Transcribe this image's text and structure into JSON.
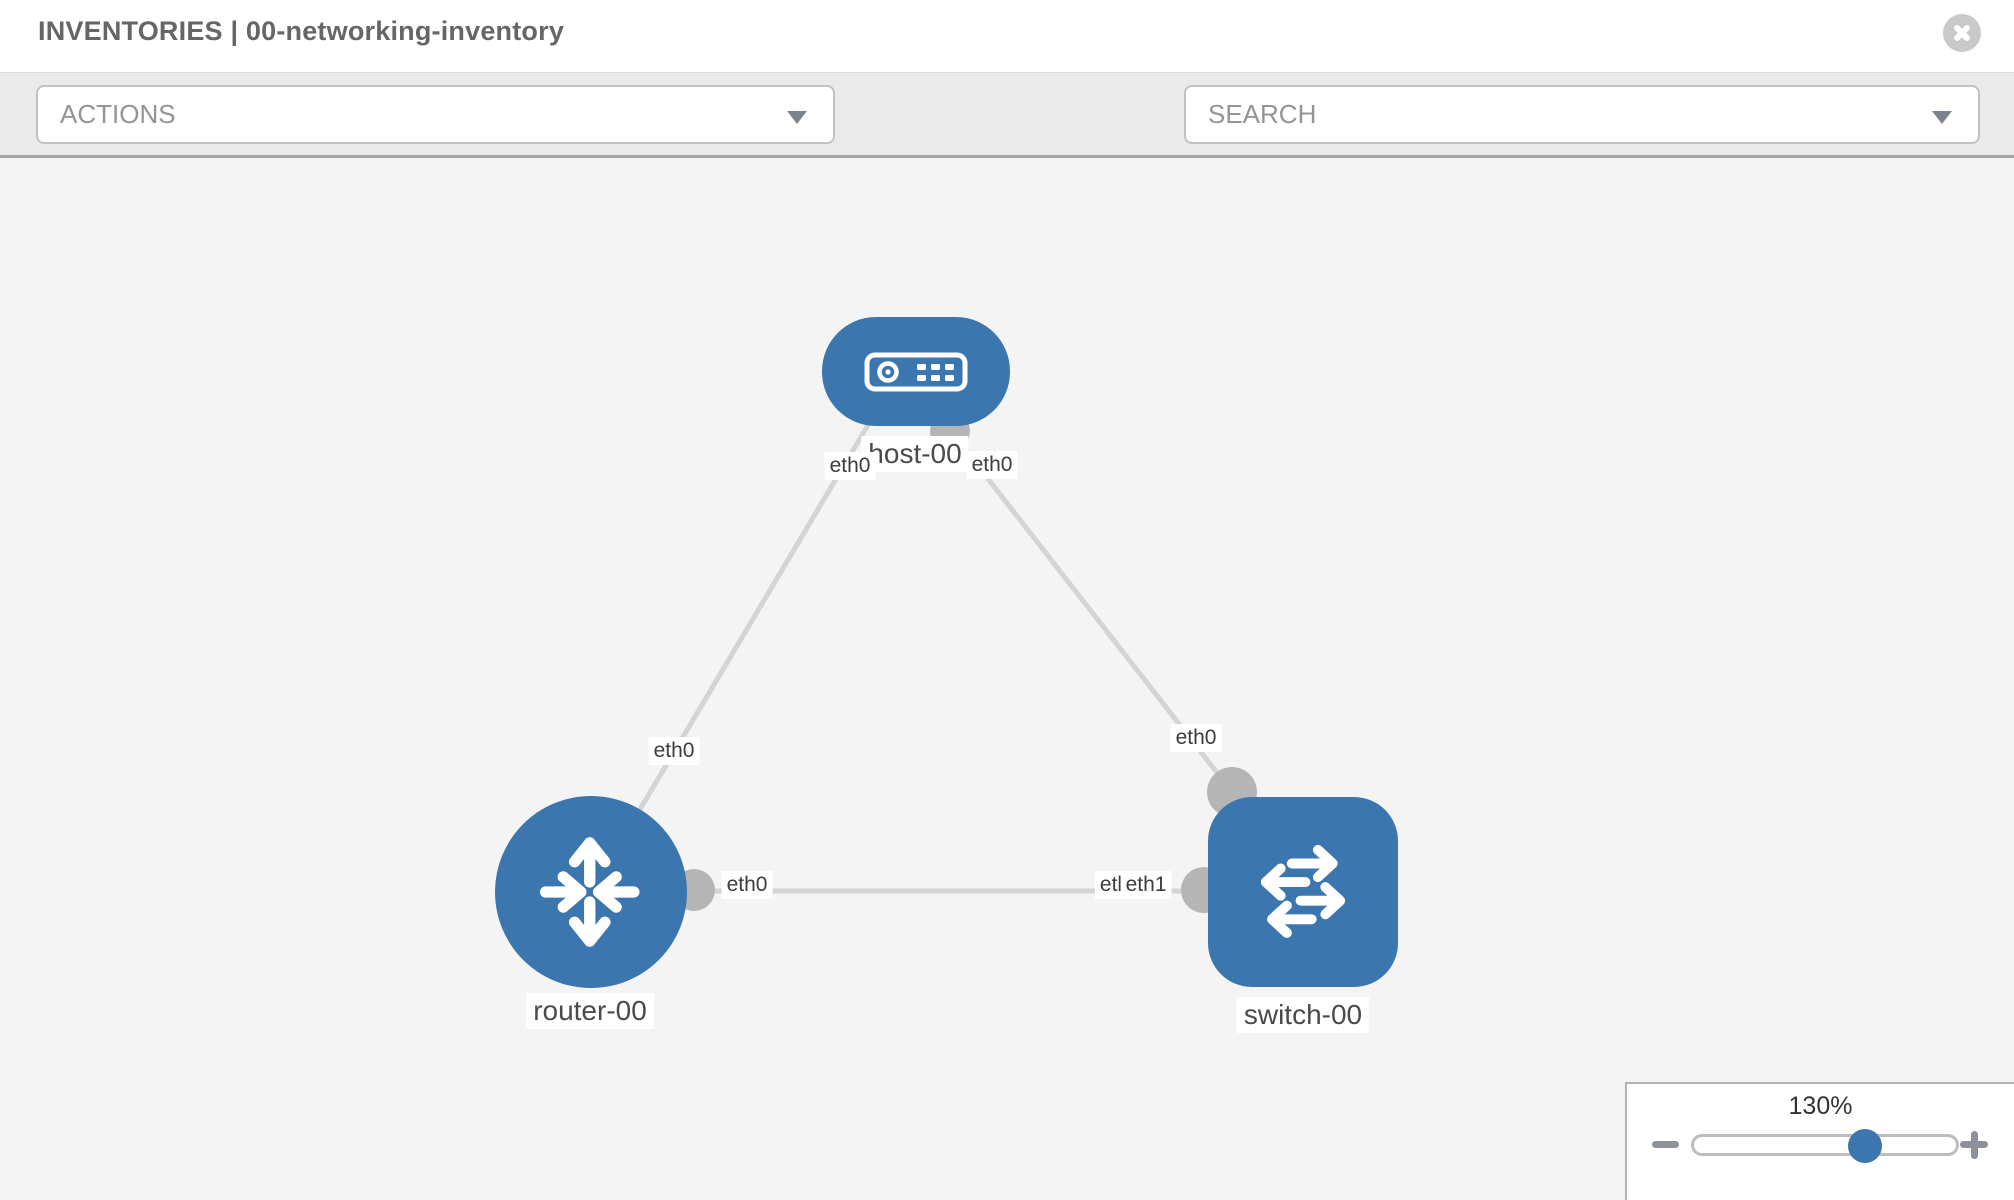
{
  "header": {
    "title": "INVENTORIES | 00-networking-inventory"
  },
  "toolbar": {
    "actions_label": "ACTIONS",
    "search_label": "SEARCH",
    "icons": {
      "wrench": "wrench-icon",
      "key": "key-icon"
    }
  },
  "graph": {
    "nodes": [
      {
        "id": "host-00",
        "type": "host",
        "label": "host-00"
      },
      {
        "id": "router-00",
        "type": "router",
        "label": "router-00"
      },
      {
        "id": "switch-00",
        "type": "switch",
        "label": "switch-00"
      }
    ],
    "links": [
      {
        "source": "host-00",
        "target": "router-00",
        "source_interface": "eth0",
        "target_interface": "eth0"
      },
      {
        "source": "host-00",
        "target": "switch-00",
        "source_interface": "eth0",
        "target_interface": "eth0"
      },
      {
        "source": "router-00",
        "target": "switch-00",
        "source_interface": "eth0",
        "target_interface": "eth1"
      }
    ],
    "iface_labels": [
      {
        "text": "eth0"
      },
      {
        "text": "eth0"
      },
      {
        "text": "eth0"
      },
      {
        "text": "eth0"
      },
      {
        "text": "eth0"
      },
      {
        "text": "etl"
      },
      {
        "text": "eth1"
      }
    ]
  },
  "zoom_control": {
    "value_label": "130%",
    "percent": 130,
    "min_percent": 0,
    "max_percent": 200
  },
  "colors": {
    "node_blue": "#3b76af",
    "edge_gray": "#d4d4d4",
    "connector_gray": "#b5b5b5",
    "toolbar_bg": "#eaeaea",
    "canvas_bg": "#f4f4f4"
  }
}
